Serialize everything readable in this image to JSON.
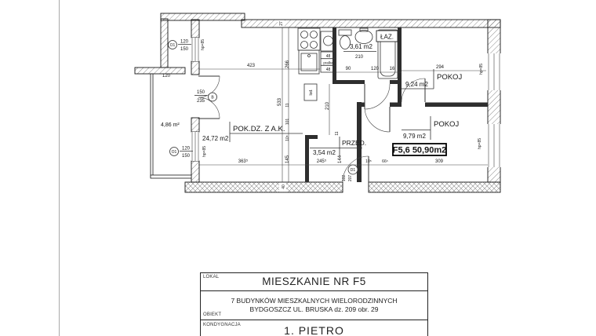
{
  "plan": {
    "rooms": {
      "living": {
        "name": "POK.DZ. Z A.K.",
        "area": "24,72 m2"
      },
      "bath": {
        "name": "ŁAZ.",
        "area": "3,61 m2"
      },
      "room1": {
        "name": "POKOJ",
        "area": "9,24 m2"
      },
      "room2": {
        "name": "POKOJ",
        "area": "9,79 m2"
      },
      "hall": {
        "name": "PRZED.",
        "area": "3,54 m2"
      },
      "balcony": {
        "area": "4,86 m²"
      }
    },
    "apartment_tag": "F5,6 50,90m2",
    "fixtures": {
      "fridge": "lod.",
      "washer": "pralka",
      "washer_top": "48",
      "washer_bottom": "48"
    },
    "openings": {
      "window_tag": "O1",
      "window_w": "120",
      "window_h": "150",
      "sill": "hp=85",
      "balcony_door_tag": "B",
      "balcony_door_w": "150",
      "balcony_door_h": "235",
      "entry_tag": "D1",
      "entry_w": "102",
      "entry_h": "207"
    },
    "dims": {
      "living_w": "423",
      "kitchen_d": "266",
      "living_h": "533",
      "top_wall": "27",
      "bottom_wall": "40",
      "living_bottom": "363⁵",
      "d145": "145",
      "d11a": "11",
      "d101": "101",
      "d105a": "10⁵",
      "hall_v": "210",
      "d11b": "11",
      "d144": "144",
      "hall_bottom": "245⁵",
      "d105b": "10⁵",
      "d665": "66⁵",
      "room2_bottom": "309",
      "room1_w": "294",
      "bath_w": "210",
      "bath_d1": "90",
      "bath_d2": "120",
      "bath_d3": "16",
      "balcony_w": "120"
    }
  },
  "title_block": {
    "local_label": "LOKAL",
    "local_value": "MIESZKANIE NR F5",
    "object_label": "OBIEKT",
    "object_line1": "7 BUDYNKÓW MIESZKALNYCH WIELORODZINNYCH",
    "object_line2": "BYDGOSZCZ UL. BRUSKA dz. 209 obr. 29",
    "storey_label": "KONDYGNACJA",
    "storey_value": "1. PIETRO"
  }
}
